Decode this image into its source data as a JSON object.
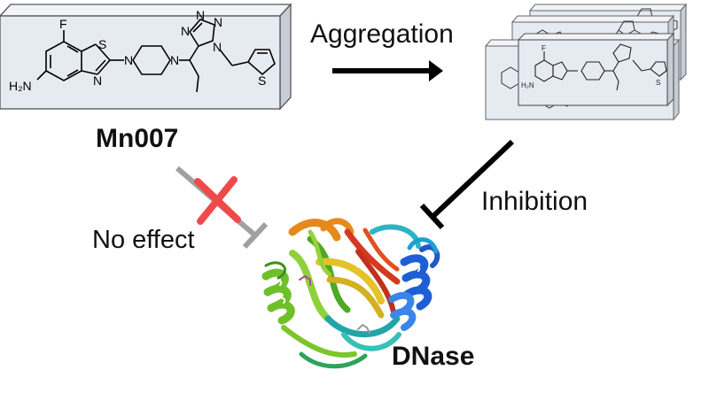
{
  "labels": {
    "aggregation": "Aggregation",
    "compound": "Mn007",
    "inhibition": "Inhibition",
    "no_effect": "No effect",
    "enzyme": "DNase"
  },
  "molecule_atoms": {
    "fluorine": "F",
    "amine": "H₂N",
    "nitrogen": "N",
    "sulfur": "S"
  },
  "colors": {
    "box_face": "#e6eaf1",
    "box_top": "#f1f3f7",
    "box_side": "#c7cdd7",
    "arrow": "#000000",
    "blocked_arrow": "#a0a0a0",
    "cross": "#ef4a4a",
    "helix_green": "#6fbf2a",
    "helix_blue": "#1f5fd6",
    "sheet_orange": "#e58a1a",
    "loop_teal": "#22a5a8"
  }
}
